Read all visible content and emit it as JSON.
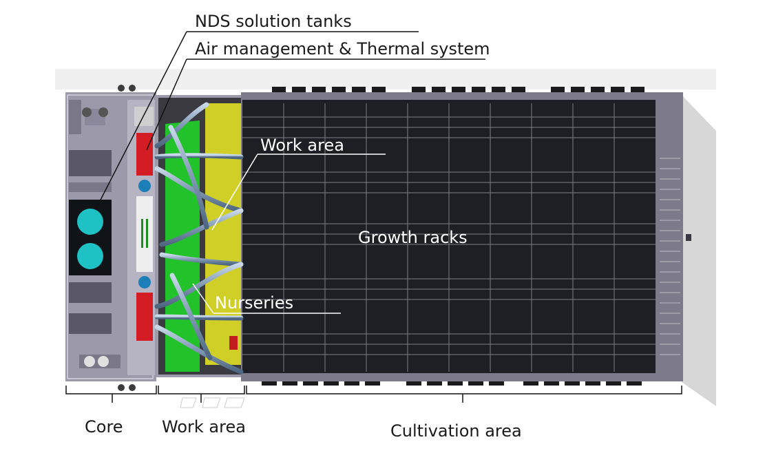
{
  "callouts": {
    "nds_tanks": "NDS solution tanks",
    "air_thermal": "Air management & Thermal system",
    "work_area": "Work area",
    "growth_racks": "Growth racks",
    "nurseries": "Nurseries"
  },
  "zones": {
    "core": "Core",
    "work_area": "Work area",
    "cultivation": "Cultivation area"
  },
  "colors": {
    "rack_bg": "#1d1f24",
    "pipe": "#8fa6bf",
    "nursery_green": "#22c22a",
    "work_yellow": "#cfcf28",
    "hvac_red": "#d41c24",
    "tank_teal": "#1fc2c4",
    "core_gray": "#9a98a8"
  }
}
